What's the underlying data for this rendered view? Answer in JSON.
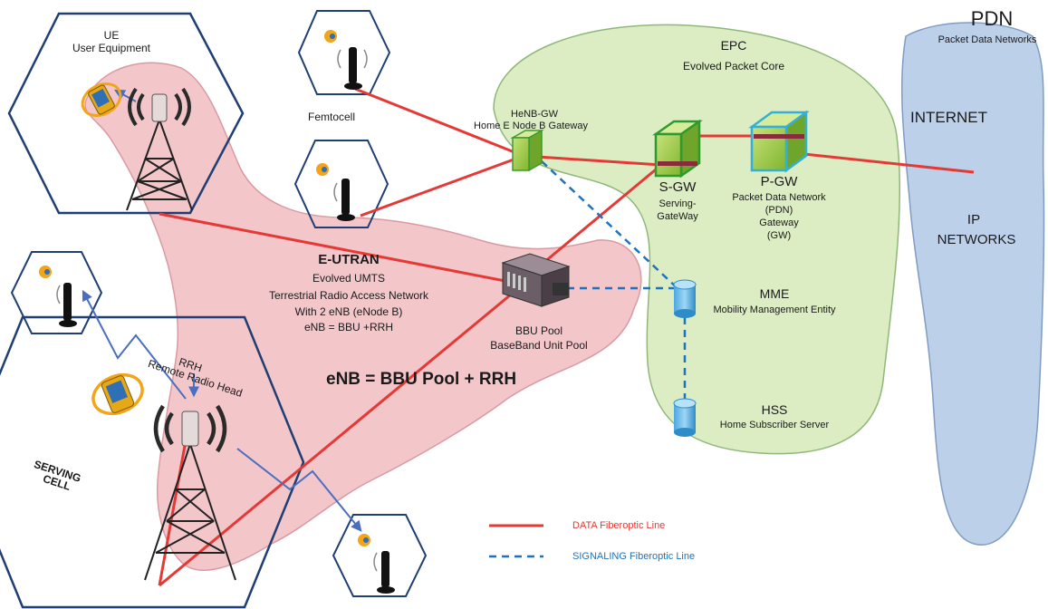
{
  "ue": {
    "title": "UE",
    "subtitle": "User Equipment"
  },
  "femtocell": {
    "label": "Femtocell"
  },
  "epc": {
    "title": "EPC",
    "subtitle": "Evolved Packet Core"
  },
  "pdn": {
    "title": "PDN",
    "subtitle": "Packet Data Networks",
    "internet": "INTERNET",
    "ip_line1": "IP",
    "ip_line2": "NETWORKS"
  },
  "henb_gw": {
    "title": "HeNB-GW",
    "subtitle": "Home E Node B Gateway"
  },
  "s_gw": {
    "title": "S-GW",
    "line1": "Serving-",
    "line2": "GateWay"
  },
  "p_gw": {
    "title": "P-GW",
    "line1": "Packet Data Network",
    "line2": "(PDN)",
    "line3": "Gateway",
    "line4": "(GW)"
  },
  "eutran": {
    "title": "E-UTRAN",
    "line1": "Evolved UMTS",
    "line2": "Terrestrial Radio Access Network",
    "line3": "With 2 eNB (eNode B)",
    "line4": "eNB = BBU +RRH"
  },
  "bbu": {
    "line1": "BBU Pool",
    "line2": "BaseBand Unit Pool"
  },
  "enb_formula": "eNB = BBU Pool + RRH",
  "mme": {
    "title": "MME",
    "subtitle": "Mobility Management Entity"
  },
  "hss": {
    "title": "HSS",
    "subtitle": "Home Subscriber Server"
  },
  "rrh": {
    "title": "RRH",
    "subtitle": "Remote Radio Head"
  },
  "serving_cell": {
    "line1": "SERVING",
    "line2": "CELL"
  },
  "legend": {
    "data": {
      "label": "DATA Fiberoptic Line",
      "color": "#e53935"
    },
    "signaling": {
      "label": "SIGNALING Fiberoptic Line",
      "color": "#1e73be"
    }
  },
  "colors": {
    "epc_fill": "#dcedc4",
    "pdn_fill": "#bcd0ea",
    "eutran_fill": "#f3c6ca",
    "cell_stroke": "#1f3e73",
    "signal_arrow": "#4a6fc0"
  }
}
